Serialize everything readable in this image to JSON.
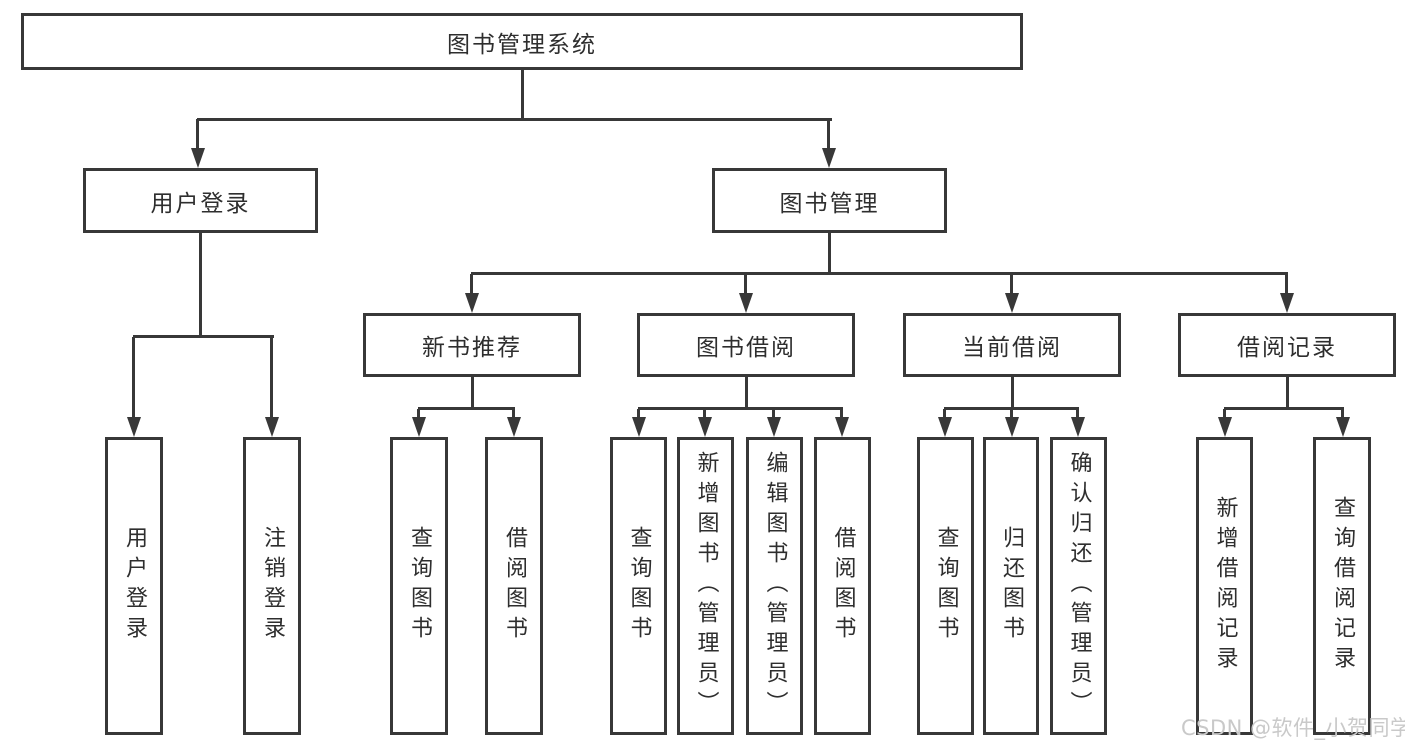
{
  "tree": {
    "label": "图书管理系统",
    "children": [
      {
        "label": "用户登录",
        "children": [
          {
            "label": "用户登录"
          },
          {
            "label": "注销登录"
          }
        ]
      },
      {
        "label": "图书管理",
        "children": [
          {
            "label": "新书推荐",
            "children": [
              {
                "label": "查询图书"
              },
              {
                "label": "借阅图书"
              }
            ]
          },
          {
            "label": "图书借阅",
            "children": [
              {
                "label": "查询图书"
              },
              {
                "label": "新增图书（管理员）"
              },
              {
                "label": "编辑图书（管理员）"
              },
              {
                "label": "借阅图书"
              }
            ]
          },
          {
            "label": "当前借阅",
            "children": [
              {
                "label": "查询图书"
              },
              {
                "label": "归还图书"
              },
              {
                "label": "确认归还（管理员）"
              }
            ]
          },
          {
            "label": "借阅记录",
            "children": [
              {
                "label": "新增借阅记录"
              },
              {
                "label": "查询借阅记录"
              }
            ]
          }
        ]
      }
    ]
  },
  "watermark": {
    "text": "CSDN @软件_小贺同学"
  },
  "colors": {
    "line": "#383838",
    "box_border": "#383838",
    "text": "#2e2e2e",
    "watermark": "#c9c9c9",
    "background": "#ffffff"
  }
}
